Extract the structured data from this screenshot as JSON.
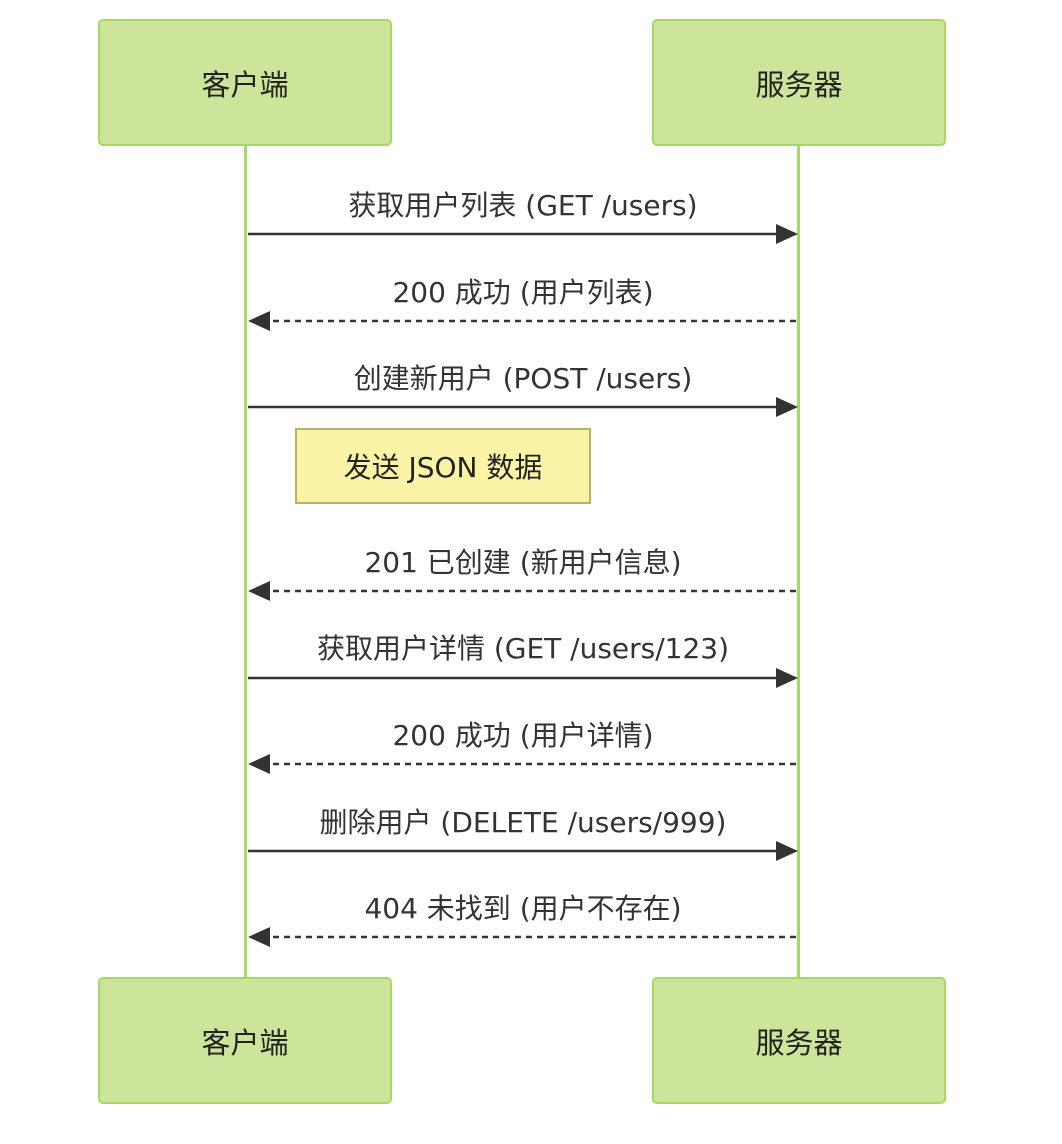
{
  "participants": {
    "client": {
      "label": "客户端"
    },
    "server": {
      "label": "服务器"
    }
  },
  "messages": [
    {
      "text": "获取用户列表 (GET /users)",
      "from": "client",
      "to": "server",
      "style": "solid"
    },
    {
      "text": "200 成功 (用户列表)",
      "from": "server",
      "to": "client",
      "style": "dashed"
    },
    {
      "text": "创建新用户 (POST /users)",
      "from": "client",
      "to": "server",
      "style": "solid"
    },
    {
      "text": "201 已创建 (新用户信息)",
      "from": "server",
      "to": "client",
      "style": "dashed"
    },
    {
      "text": "获取用户详情 (GET /users/123)",
      "from": "client",
      "to": "server",
      "style": "solid"
    },
    {
      "text": "200 成功 (用户详情)",
      "from": "server",
      "to": "client",
      "style": "dashed"
    },
    {
      "text": "删除用户 (DELETE /users/999)",
      "from": "client",
      "to": "server",
      "style": "solid"
    },
    {
      "text": "404 未找到 (用户不存在)",
      "from": "server",
      "to": "client",
      "style": "dashed"
    }
  ],
  "note": {
    "text": "发送 JSON 数据",
    "over": "client"
  },
  "colors": {
    "actor_fill": "#cde59a",
    "actor_border": "#a6d95f",
    "lifeline": "#a6d95f",
    "arrow": "#333333",
    "note_fill": "#fbf4a6",
    "note_border": "#b1b56a"
  }
}
